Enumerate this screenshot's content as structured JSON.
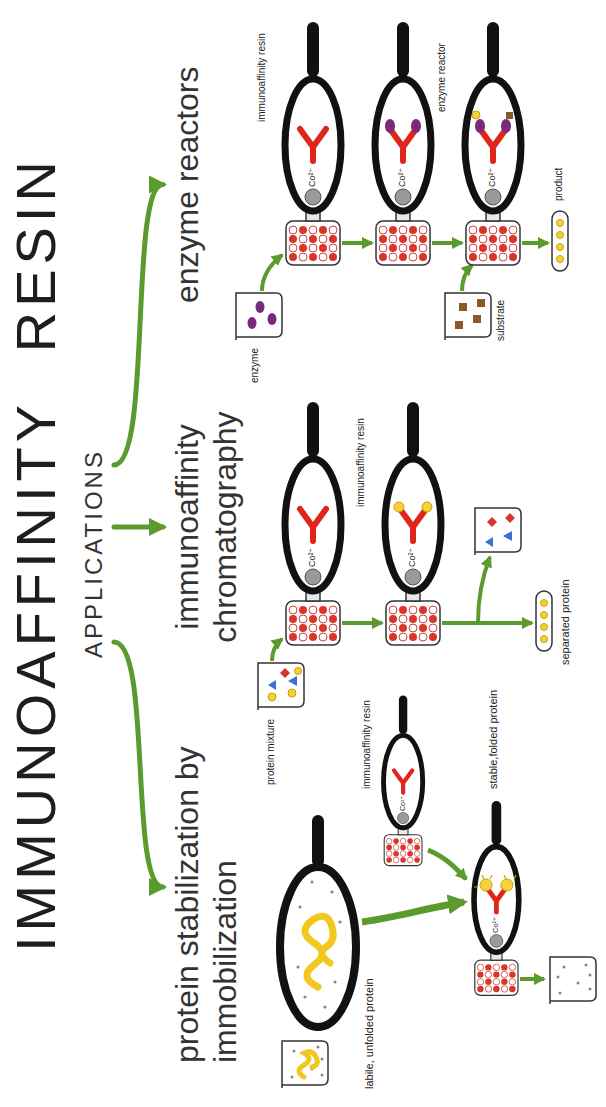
{
  "diagram": {
    "title": "IMMUNOAFFINITY RESIN",
    "nodes": [
      {
        "text": [
          "APPLICATIONS"
        ]
      },
      {
        "text": [
          "protein stabilization by immobilization"
        ]
      },
      {
        "text": [
          "immunoaffinity chromatography"
        ]
      },
      {
        "text": [
          "enzyme reactors"
        ]
      }
    ],
    "edges": [
      {
        "from": 0,
        "to": 1,
        "arrow": "to"
      },
      {
        "from": 0,
        "to": 2,
        "arrow": "to"
      },
      {
        "from": 0,
        "to": 3,
        "arrow": "to"
      }
    ],
    "labels": [
      "labile, unfolded protein",
      "immunoaffinity resin",
      "Co²⁺",
      "stable,folded protein",
      "Co²⁺",
      "protein mixture",
      "Co²⁺",
      "immunoaffinity resin",
      "Co²⁺",
      "separated protein",
      "enzyme",
      "immunoaffinity resin",
      "Co²⁺",
      "Co²⁺",
      "enzyme reactor",
      "Co²⁺",
      "substrate",
      "product"
    ]
  }
}
